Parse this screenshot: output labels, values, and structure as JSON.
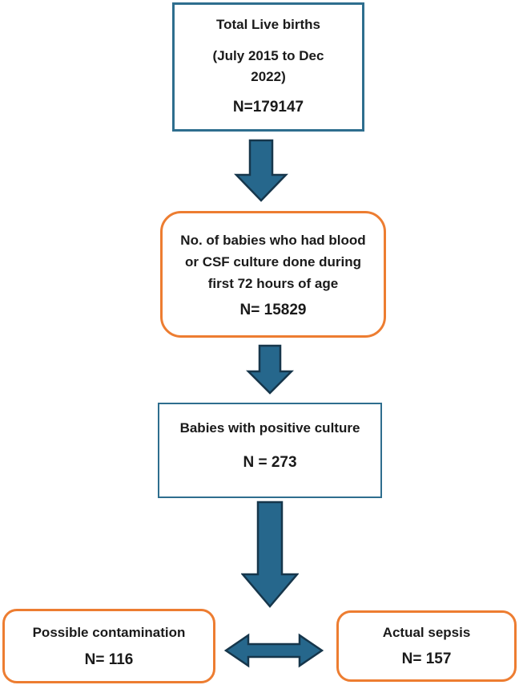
{
  "flowchart": {
    "nodes": {
      "total_births": {
        "title": "Total Live births",
        "period": "(July 2015 to Dec 2022)",
        "count": "N=179147"
      },
      "cultures_done": {
        "label": "No. of babies who had blood or CSF culture done during first 72 hours of age",
        "count": "N= 15829"
      },
      "positive_culture": {
        "label": "Babies with positive culture",
        "count": "N = 273"
      },
      "possible_contamination": {
        "label": "Possible contamination",
        "count": "N= 116"
      },
      "actual_sepsis": {
        "label": "Actual sepsis",
        "count": "N= 157"
      }
    },
    "connectors": [
      {
        "icon": "down-arrow-icon",
        "from": "total_births",
        "to": "cultures_done"
      },
      {
        "icon": "down-arrow-icon",
        "from": "cultures_done",
        "to": "positive_culture"
      },
      {
        "icon": "down-arrow-icon",
        "from": "positive_culture",
        "to": "bottom_row"
      },
      {
        "icon": "left-right-arrow-icon",
        "from": "possible_contamination",
        "to": "actual_sepsis"
      }
    ],
    "colors": {
      "teal_border": "#2E6E8E",
      "orange_border": "#ED7D31",
      "arrow_fill": "#26678C",
      "arrow_outline": "#16364B",
      "text": "#1A1A1A",
      "background": "#FFFFFF"
    }
  }
}
